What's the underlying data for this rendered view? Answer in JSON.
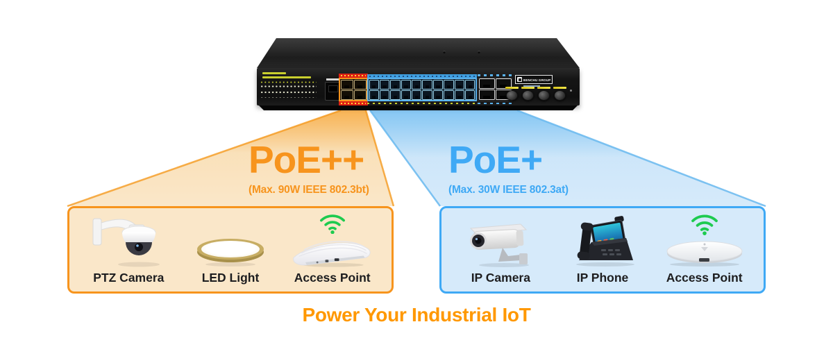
{
  "page": {
    "background": "#FFFFFF",
    "footer": {
      "title": "Power Your Industrial IoT",
      "color": "#FF9800"
    }
  },
  "switch": {
    "brand": "BENCHU GROUP",
    "ports": {
      "poe_plus_plus_rj45": 4,
      "poe_plus_rj45": 20,
      "combo_rj45": 4,
      "sfp_slots": 4,
      "console": 1
    },
    "highlight_colors": {
      "poe_plus_plus": "#F7941D",
      "poe_plus": "#5AB2EE"
    }
  },
  "zones": [
    {
      "id": "poe-plus-plus",
      "heading": "PoE++",
      "subheading": "(Max. 90W IEEE 802.3bt)",
      "accent": "#F7941D",
      "box_bg": "#FAE7C9",
      "devices": [
        {
          "label": "PTZ Camera",
          "icon": "ptz-camera-icon"
        },
        {
          "label": "LED Light",
          "icon": "led-light-icon"
        },
        {
          "label": "Access Point",
          "icon": "access-point-icon",
          "wifi_color": "#1ECB4F"
        }
      ]
    },
    {
      "id": "poe-plus",
      "heading": "PoE+",
      "subheading": "(Max. 30W IEEE 802.3at)",
      "accent": "#3FA9F5",
      "box_bg": "#D6EAFA",
      "devices": [
        {
          "label": "IP Camera",
          "icon": "ip-camera-icon"
        },
        {
          "label": "IP Phone",
          "icon": "ip-phone-icon"
        },
        {
          "label": "Access Point",
          "icon": "access-point-icon",
          "wifi_color": "#1ECB4F"
        }
      ]
    }
  ]
}
